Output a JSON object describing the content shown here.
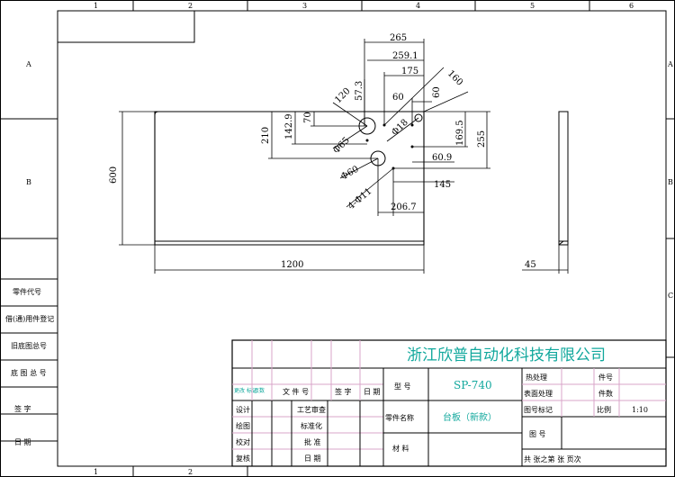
{
  "zones": {
    "top": [
      "1",
      "2",
      "3",
      "4",
      "5",
      "6"
    ],
    "left": [
      "A",
      "B"
    ],
    "right": [
      "A",
      "B",
      "C"
    ],
    "bottom": [
      "1",
      "2"
    ]
  },
  "side_labels": [
    "零件代号",
    "借(通)用件登记",
    "旧底图总号",
    "底 图 总 号",
    "签    字",
    "日    期"
  ],
  "dims": {
    "d265": "265",
    "d259": "259.1",
    "d175": "175",
    "d160": "160",
    "d120": "120",
    "d573": "57.3",
    "d60a": "60",
    "d60b": "60",
    "d70": "70",
    "d1429": "142.9",
    "d210": "210",
    "d1695": "169.5",
    "d255": "255",
    "d609": "60.9",
    "d145": "145",
    "d2067": "206.7",
    "dphi65": "Φ65",
    "dphi18": "Φ18",
    "dphi60": "Φ60",
    "dhole": "4-Φ11",
    "d600": "600",
    "d1200": "1200",
    "d45": "45"
  },
  "titleblock": {
    "company": "浙江欣普自动化科技有限公司",
    "model_label": "型 号",
    "model_value": "SP-740",
    "part_name_label": "零件名称",
    "part_name_value": "台板（新款）",
    "material_label": "材 料",
    "heat": "热处理",
    "surface": "表面处理",
    "drawing_mark": "图号标记",
    "drawing_no": "图 号",
    "part_no": "件号",
    "qty": "件数",
    "scale_label": "比例",
    "scale_value": "1:10",
    "sheet": "共    张之第    张 页次",
    "change_mark": "更改\n标记",
    "pages": "页数",
    "doc_no": "文 件 号",
    "sign": "签 字",
    "date": "日 期",
    "design": "设计",
    "process_review": "工艺审查",
    "draw": "绘图",
    "standard": "标准化",
    "check": "校对",
    "approve": "批 准",
    "review": "复核",
    "date2": "日 期"
  }
}
